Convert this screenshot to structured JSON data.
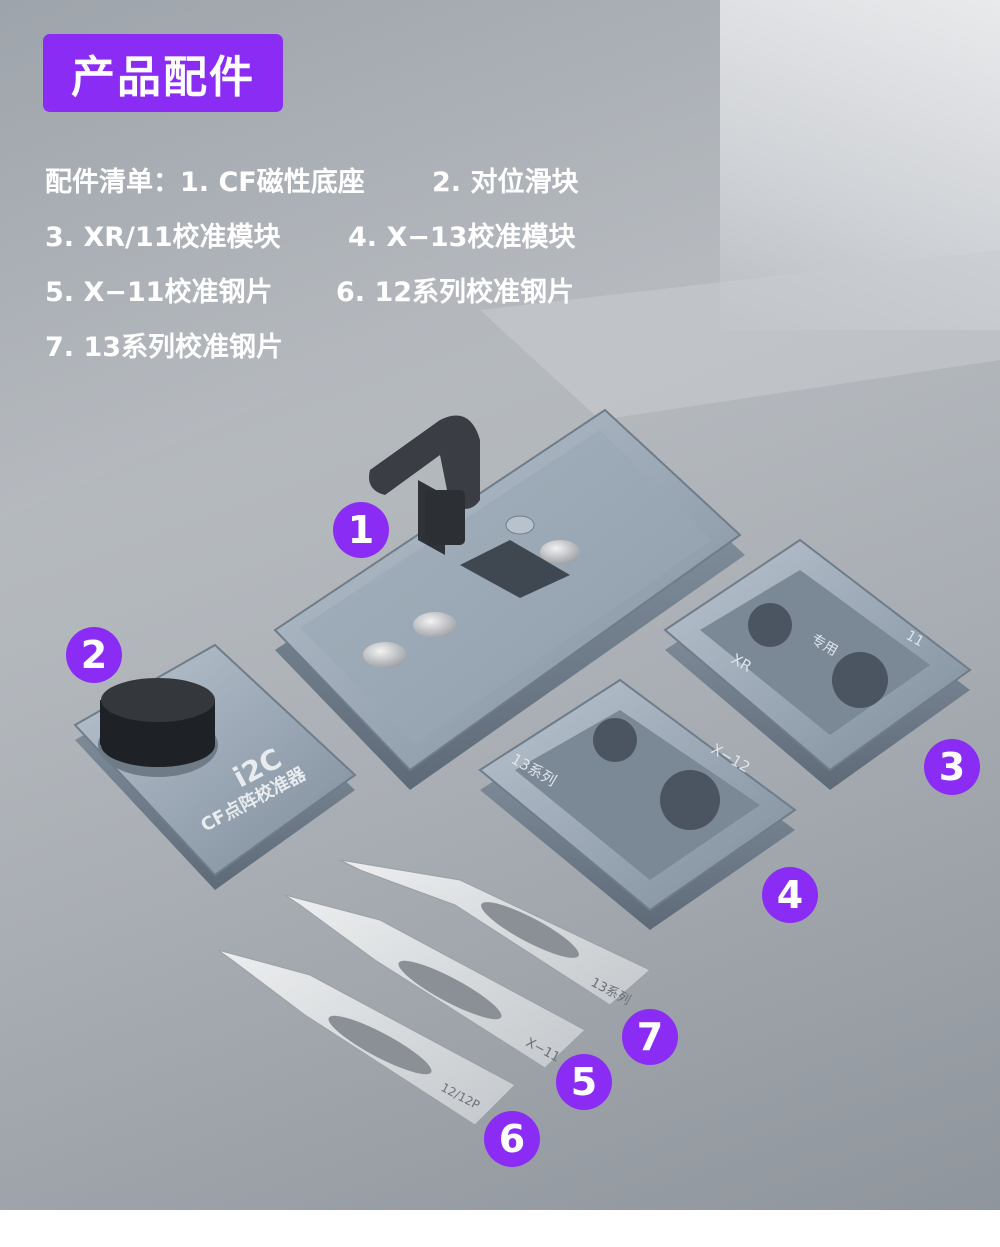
{
  "header": {
    "title": "产品配件"
  },
  "parts_list": {
    "row1_left": "配件清单：1. CF磁性底座",
    "row1_right": "2. 对位滑块",
    "row2_left": "3. XR/11校准模块",
    "row2_right": "4. X−13校准模块",
    "row3_left": "5. X−11校准钢片",
    "row3_right": "6. 12系列校准钢片",
    "row4_left": "7. 13系列校准钢片"
  },
  "callouts": {
    "n1": "1",
    "n2": "2",
    "n3": "3",
    "n4": "4",
    "n5": "5",
    "n6": "6",
    "n7": "7"
  },
  "product_labels": {
    "brand": "i2C",
    "slider_name": "CF点阵校准器",
    "module_xr": "XR",
    "module_dedicated": "专用",
    "module_11": "11",
    "module_13": "13系列",
    "module_x12": "X−12",
    "plate_x11": "X−11",
    "plate_12": "12/12P",
    "plate_13": "13系列"
  },
  "colors": {
    "accent": "#8b2cf5",
    "metal": "#8a98a8",
    "metal_light": "#b6c2ce",
    "steel": "#d7dadd"
  }
}
